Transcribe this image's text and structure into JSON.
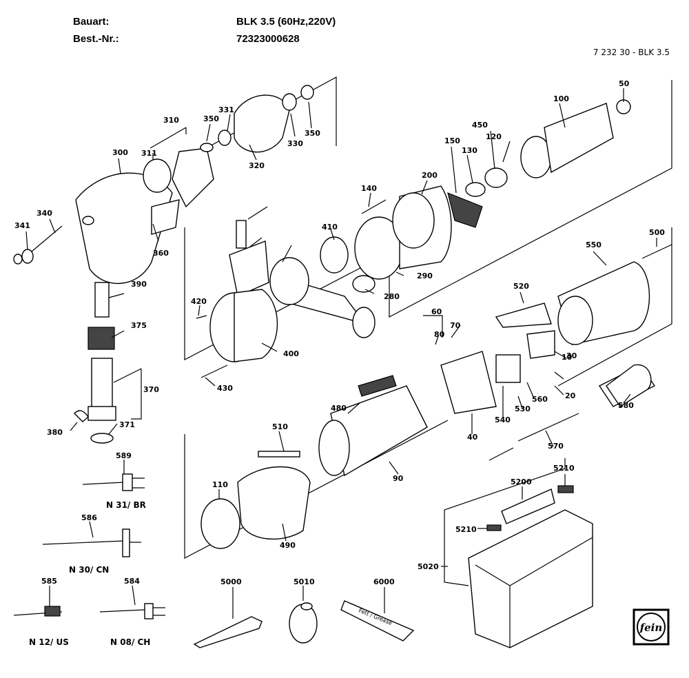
{
  "header": {
    "type_label": "Bauart:",
    "type_value": "BLK 3.5 (60Hz,220V)",
    "order_label": "Best.-Nr.:",
    "order_value": "72323000628",
    "model_code": "7 232 30 - BLK 3.5"
  },
  "part_numbers": [
    "10",
    "20",
    "30",
    "40",
    "50",
    "60",
    "70",
    "80",
    "90",
    "100",
    "110",
    "120",
    "130",
    "140",
    "150",
    "200",
    "280",
    "290",
    "300",
    "310",
    "311",
    "320",
    "330",
    "331",
    "340",
    "341",
    "350",
    "350",
    "360",
    "370",
    "371",
    "375",
    "380",
    "390",
    "400",
    "410",
    "420",
    "430",
    "450",
    "480",
    "490",
    "500",
    "510",
    "520",
    "530",
    "540",
    "550",
    "560",
    "570",
    "580",
    "5000",
    "5010",
    "6000",
    "5020",
    "5200",
    "5210",
    "5210",
    "584",
    "585",
    "586",
    "589"
  ],
  "plug_variants": [
    "N 31/ BR",
    "N 30/ CN",
    "N 12/ US",
    "N 08/ CH"
  ],
  "tube_label": "Fett / Grease",
  "logo": "fein"
}
